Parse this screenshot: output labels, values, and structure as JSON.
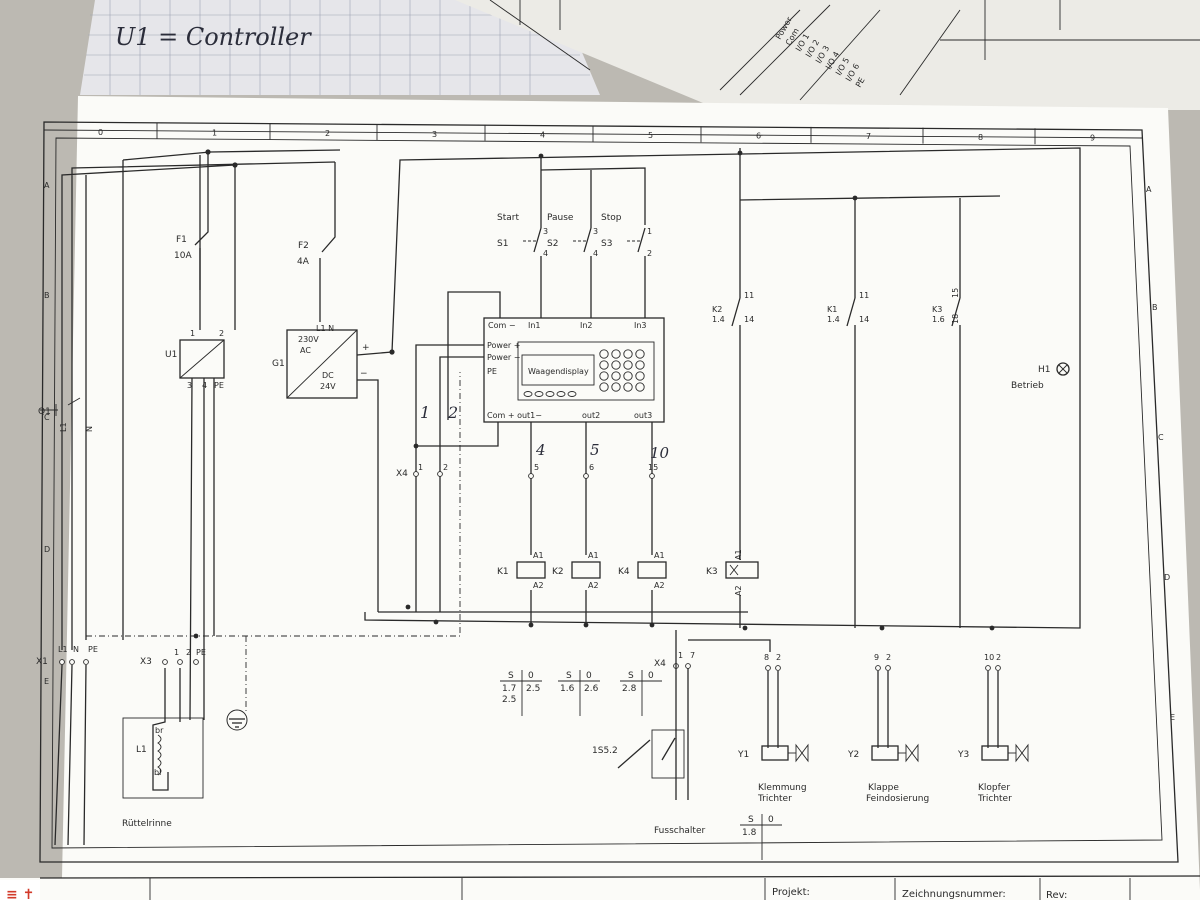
{
  "handwritten_note": "U1 = Controller",
  "handwritten_wires": [
    "1",
    "2",
    "4",
    "5",
    "10"
  ],
  "frame": {
    "columns": [
      "0",
      "1",
      "2",
      "3",
      "4",
      "5",
      "6",
      "7",
      "8",
      "9"
    ],
    "rows": [
      "A",
      "B",
      "C",
      "D",
      "E"
    ],
    "title_fields": [
      "Projekt:",
      "Zeichnungsnummer:",
      "Rev:"
    ]
  },
  "power": {
    "f1": {
      "ref": "F1",
      "rating": "10A"
    },
    "f2": {
      "ref": "F2",
      "rating": "4A"
    },
    "q1": {
      "ref": "Q1"
    },
    "u1": {
      "ref": "U1",
      "pins": [
        "1",
        "2",
        "3",
        "4",
        "PE"
      ]
    },
    "g1": {
      "ref": "G1",
      "ac": "230V\nAC",
      "dc": "DC\n24V",
      "in_pins": "L1 N",
      "plus": "+",
      "minus": "−"
    },
    "x1": {
      "ref": "X1",
      "pins": [
        "L1",
        "N",
        "PE"
      ]
    },
    "x3": {
      "ref": "X3",
      "pins": [
        "1",
        "2",
        "PE"
      ]
    },
    "motor": {
      "ref": "L1",
      "wires": [
        "br",
        "bl"
      ],
      "label": "Rüttelrinne"
    }
  },
  "controller": {
    "top_pins": [
      "Com −",
      "In1",
      "In2",
      "In3"
    ],
    "left_pins": [
      "Power +",
      "Power −",
      "PE"
    ],
    "bottom_pins": [
      "Com + out1−",
      "out2",
      "out3"
    ],
    "display": "Waagendisplay"
  },
  "switches": [
    {
      "ref": "S1",
      "name": "Start",
      "pins": [
        "3",
        "4"
      ]
    },
    {
      "ref": "S2",
      "name": "Pause",
      "pins": [
        "3",
        "4"
      ]
    },
    {
      "ref": "S3",
      "name": "Stop",
      "pins": [
        "1",
        "2"
      ]
    }
  ],
  "x4_controller": {
    "ref": "X4",
    "pins": [
      "1",
      "2"
    ]
  },
  "x4_output_pins": [
    "5",
    "6",
    "15"
  ],
  "relays": [
    {
      "ref": "K1",
      "a1": "A1",
      "a2": "A2"
    },
    {
      "ref": "K2",
      "a1": "A1",
      "a2": "A2"
    },
    {
      "ref": "K4",
      "a1": "A1",
      "a2": "A2"
    },
    {
      "ref": "K3",
      "a1": "A1",
      "a2": "A2"
    }
  ],
  "contacts": [
    {
      "ref": "K2",
      "loc": "1.4",
      "pins": [
        "11",
        "14"
      ]
    },
    {
      "ref": "K1",
      "loc": "1.4",
      "pins": [
        "11",
        "14"
      ]
    },
    {
      "ref": "K3",
      "loc": "1.6",
      "pins": [
        "15",
        "18"
      ]
    }
  ],
  "lamp": {
    "ref": "H1",
    "label": "Betrieb"
  },
  "valves": [
    {
      "ref": "Y1",
      "label": "Klemmung\nTrichter",
      "pins": [
        "8",
        "2"
      ]
    },
    {
      "ref": "Y2",
      "label": "Klappe\nFeindosierung",
      "pins": [
        "9",
        "2"
      ]
    },
    {
      "ref": "Y3",
      "label": "Klopfer\nTrichter",
      "pins": [
        "10",
        "2"
      ]
    }
  ],
  "x4_foot": {
    "ref": "X4",
    "pins": [
      "1",
      "7"
    ]
  },
  "foot_switch": {
    "ref": "1S5.2",
    "label": "Fusschalter"
  },
  "xref_tables": [
    {
      "s": "S",
      "o": "0",
      "rows": [
        "1.7",
        "2.5"
      ],
      "extra": "2.5"
    },
    {
      "s": "S",
      "o": "0",
      "rows": [
        "1.6"
      ],
      "extra": "2.6"
    },
    {
      "s": "S",
      "o": "0",
      "rows": [
        "2.8"
      ],
      "extra": ""
    },
    {
      "s": "S",
      "o": "0",
      "rows": [
        "1.8"
      ],
      "extra": ""
    }
  ],
  "background_sheet": {
    "labels": [
      "Power",
      "Com",
      "I/O 1",
      "I/O 2",
      "I/O 3",
      "I/O 4",
      "I/O 5",
      "I/O 6",
      "PE"
    ]
  }
}
